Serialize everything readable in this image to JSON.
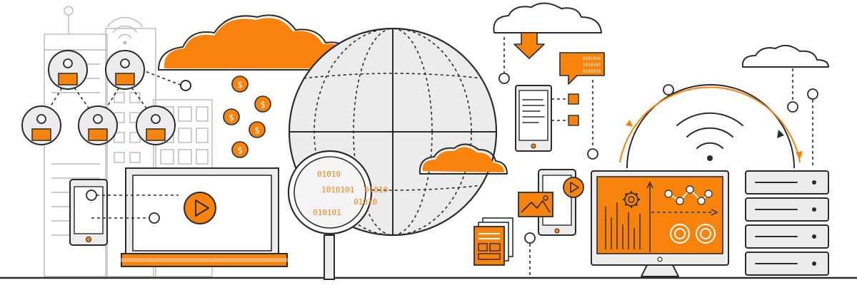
{
  "colors": {
    "accent": "#f7830d",
    "outline": "#2b2b2b",
    "fill": "#ececec",
    "muted": "#b9b9b9"
  },
  "illustration": {
    "magnifier": {
      "binary_lines": [
        "01010",
        "1010101",
        "010101"
      ]
    },
    "coins": {
      "symbol": "$"
    },
    "message_bubble": {
      "binary_lines": [
        "0101010",
        "1010101",
        "0101010"
      ]
    },
    "icons": [
      "user-icon",
      "cloud-icon",
      "dollar-coin-icon",
      "globe-icon",
      "magnifier-icon",
      "laptop-icon",
      "play-icon",
      "phone-icon",
      "document-icon",
      "chat-bubble-icon",
      "download-arrow-icon",
      "image-icon",
      "monitor-icon",
      "gear-icon",
      "wifi-icon",
      "server-icon"
    ]
  }
}
